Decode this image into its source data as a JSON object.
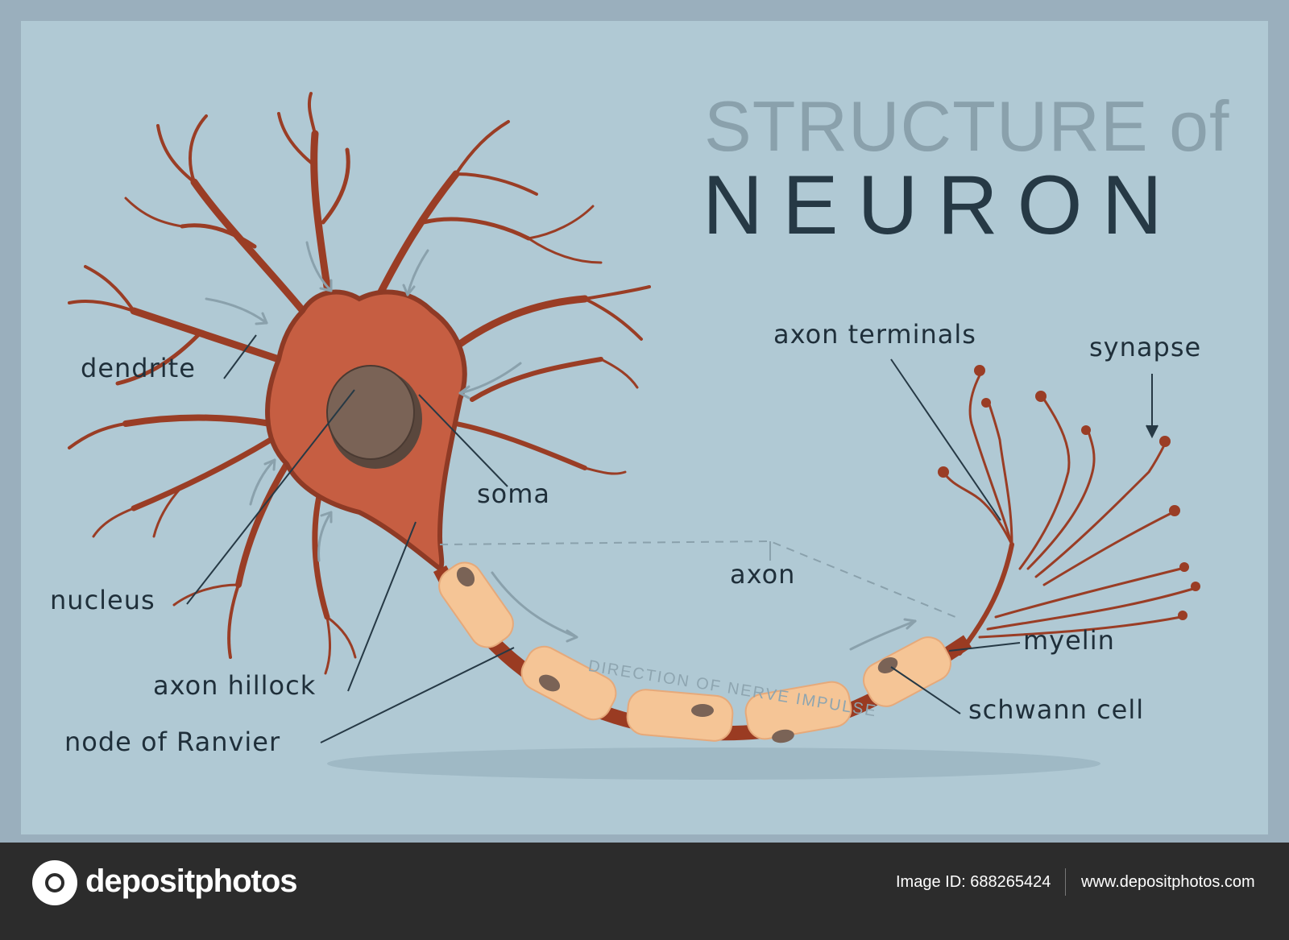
{
  "title": {
    "line1": "STRUCTURE of",
    "line2": "NEURON"
  },
  "labels": {
    "dendrite": "dendrite",
    "soma": "soma",
    "nucleus": "nucleus",
    "axon_hillock": "axon hillock",
    "node_of_ranvier": "node of Ranvier",
    "axon": "axon",
    "axon_terminals": "axon terminals",
    "synapse": "synapse",
    "myelin": "myelin",
    "schwann_cell": "schwann  cell"
  },
  "impulse_text": "DIRECTION OF NERVE IMPULSE",
  "footer": {
    "brand": "depositphotos",
    "image_id": "Image ID: 688265424",
    "site": "www.depositphotos.com"
  },
  "colors": {
    "background": "#b0c9d4",
    "frame": "#9aafbd",
    "cell_body": "#c65e42",
    "cell_outline": "#8e3a25",
    "nucleus": "#7a6356",
    "myelin": "#f5c596",
    "node": "#9a3b22",
    "footer": "#2c2c2c"
  }
}
